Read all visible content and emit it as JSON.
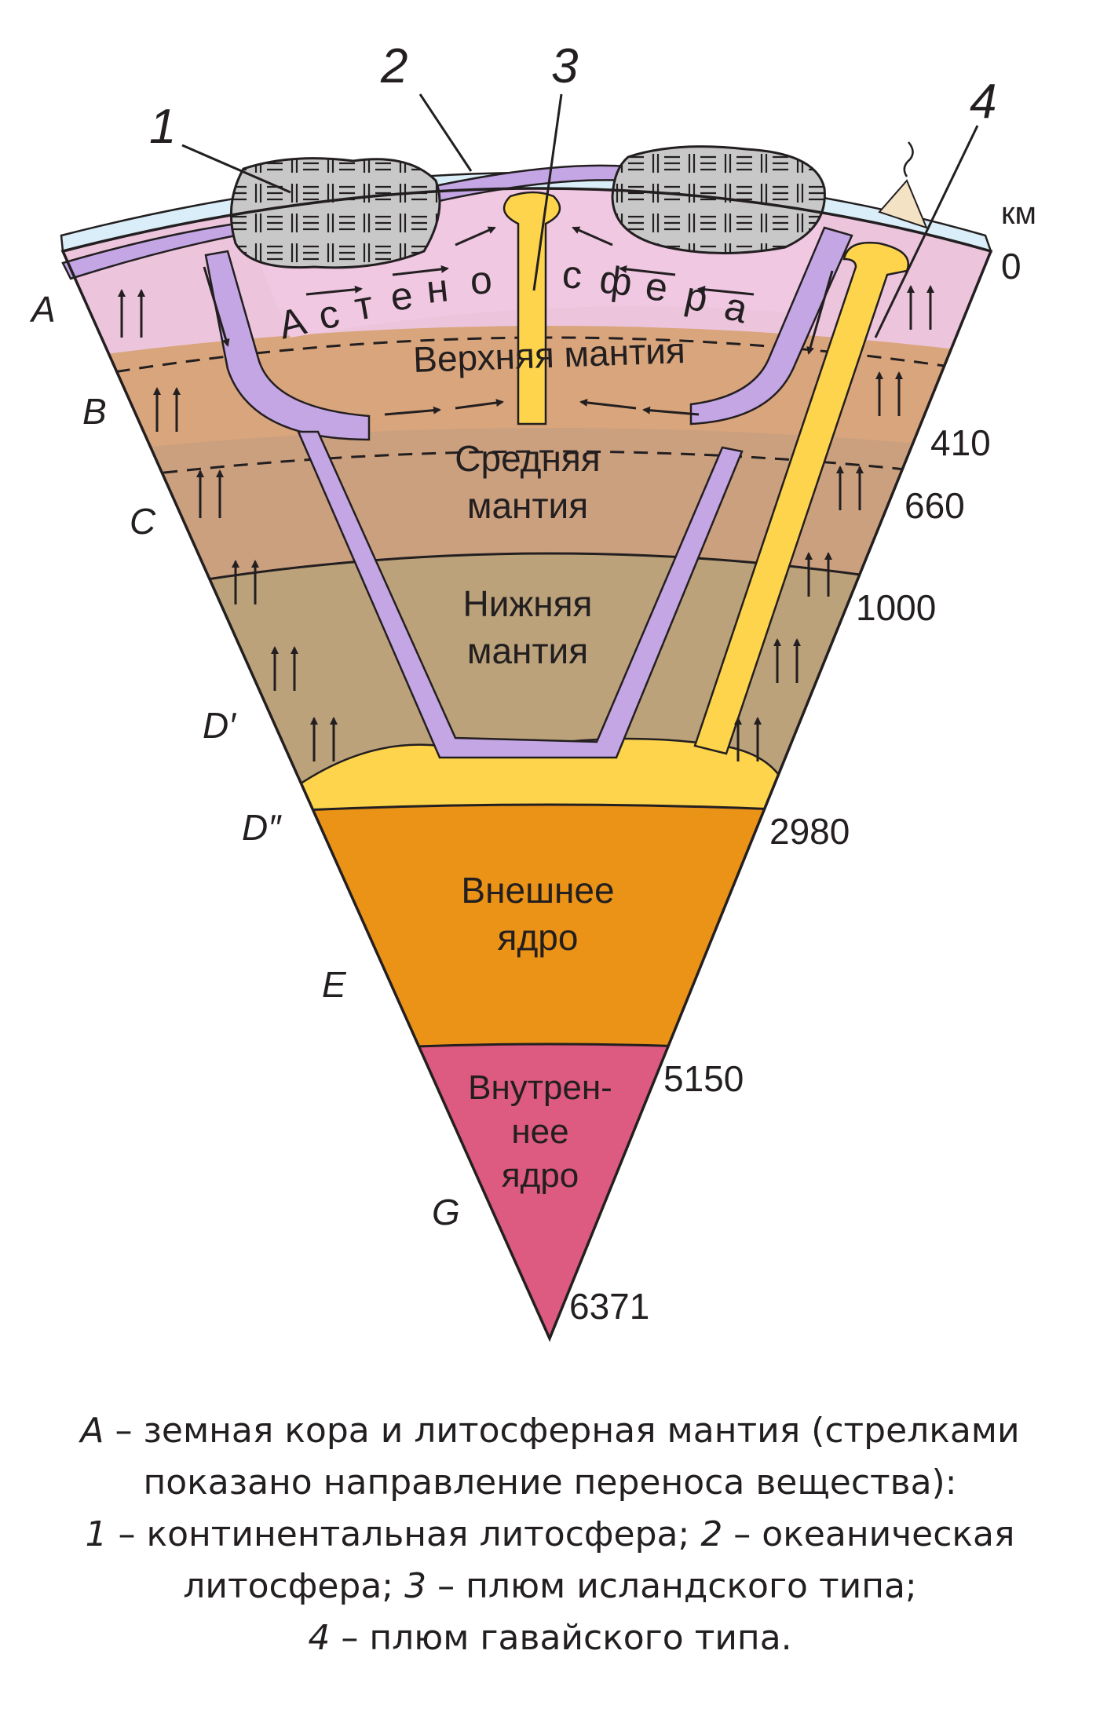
{
  "unit_label": "км",
  "depths": [
    "0",
    "410",
    "660",
    "1000",
    "2980",
    "5150",
    "6371"
  ],
  "zones": {
    "A": "A",
    "B": "B",
    "C": "C",
    "D1": "D′",
    "D2": "D″",
    "E": "E",
    "G": "G"
  },
  "callouts": {
    "n1": "1",
    "n2": "2",
    "n3": "3",
    "n4": "4"
  },
  "layers": {
    "astenosfera": [
      "А",
      "с",
      "т",
      "е",
      "н",
      "о",
      "с",
      "ф",
      "е",
      "р",
      "а"
    ],
    "upper_mantle": "Верхняя мантия",
    "middle_mantle_1": "Средняя",
    "middle_mantle_2": "мантия",
    "lower_mantle_1": "Нижняя",
    "lower_mantle_2": "мантия",
    "outer_core_1": "Внешнее",
    "outer_core_2": "ядро",
    "inner_core_1": "Внутрен-",
    "inner_core_2": "нее",
    "inner_core_3": "ядро"
  },
  "caption": {
    "a_letter": "A",
    "a_text": " – земная кора и литосферная мантия (стрелками показано направление переноса вещества):",
    "n1": "1",
    "t1": " – континентальная литосфера; ",
    "n2": "2",
    "t2": " – океаническая литосфера; ",
    "n3": "3",
    "t3": " – плюм исландского типа;",
    "n4": "4",
    "t4": " – плюм гавайского типа."
  },
  "colors": {
    "lithosphere_mantle": "#ecc5dd",
    "asthenosphere": "#f0c8e2",
    "upper_mantle": "#d9a57c",
    "middle_mantle": "#cba07f",
    "lower_mantle": "#bba27a",
    "d_layer": "#fdd44c",
    "outer_core": "#ea9317",
    "inner_core": "#dd5a80",
    "oceanic_lithosphere": "#c4a6e4",
    "plume": "#fdd44c",
    "continent": "#c8c8c8",
    "water": "#d9eef8",
    "outline": "#231f20"
  }
}
